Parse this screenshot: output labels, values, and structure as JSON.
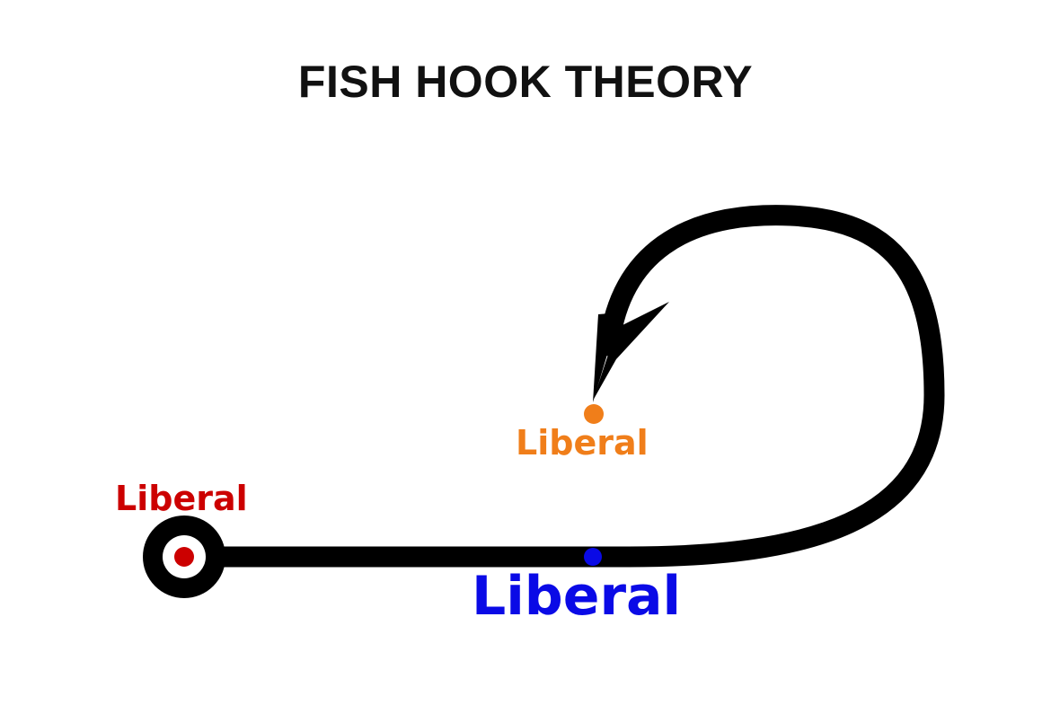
{
  "title": "FISH HOOK THEORY",
  "labels": {
    "left": "Liberal",
    "tip": "Liberal",
    "bottom": "Liberal"
  },
  "colors": {
    "hook": "#000000",
    "left": "#cc0000",
    "tip": "#f07e1a",
    "bottom": "#0a0ae6",
    "title": "#111111"
  },
  "icons": {
    "eye": "ring-with-red-dot",
    "barb": "arrowhead"
  }
}
